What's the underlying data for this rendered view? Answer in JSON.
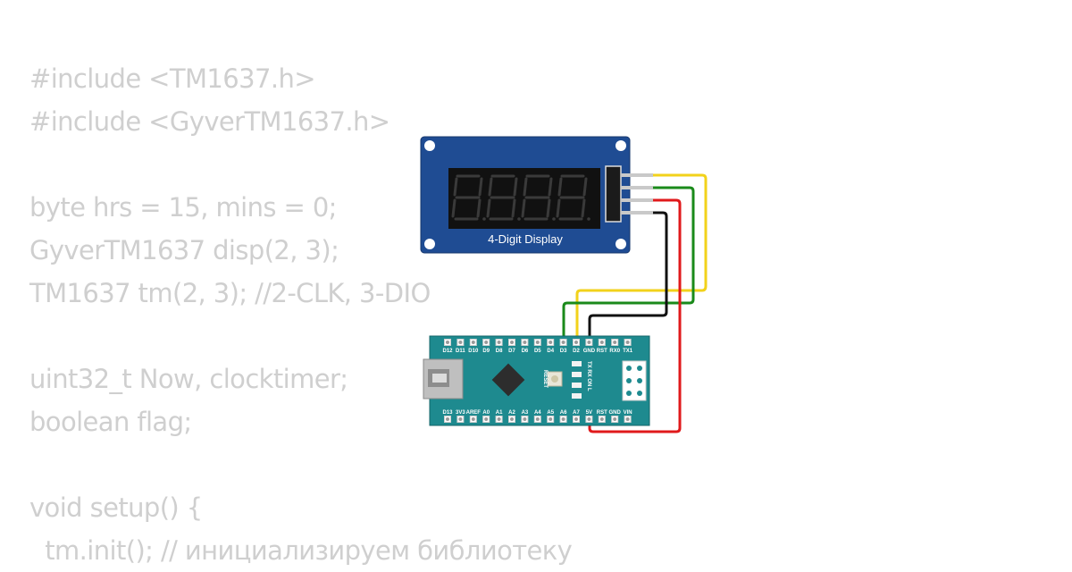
{
  "code_lines": [
    "#include <TM1637.h>",
    "#include <GyverTM1637.h>",
    "",
    "byte hrs = 15, mins = 0;",
    "GyverTM1637 disp(2, 3);",
    "TM1637 tm(2, 3); //2-CLK, 3-DIO",
    "",
    "uint32_t Now, clocktimer;",
    "boolean flag;",
    "",
    "void setup() {",
    "  tm.init(); // инициализируем библиотеку"
  ],
  "display": {
    "label": "4-Digit Display"
  },
  "arduino": {
    "top_pins": [
      "D12",
      "D11",
      "D10",
      "D9",
      "D8",
      "D7",
      "D6",
      "D5",
      "D4",
      "D3",
      "D2",
      "GND",
      "RST",
      "RX0",
      "TX1"
    ],
    "bottom_pins": [
      "D13",
      "3V3",
      "AREF",
      "A0",
      "A1",
      "A2",
      "A3",
      "A4",
      "A5",
      "A6",
      "A7",
      "5V",
      "RST",
      "GND",
      "VIN"
    ],
    "reset_label": "RESET",
    "led_labels": "TX RX ON L"
  },
  "wire_colors": {
    "yellow": "#f2d21b",
    "green": "#1a8a1a",
    "black": "#111111",
    "red": "#e0191b"
  }
}
